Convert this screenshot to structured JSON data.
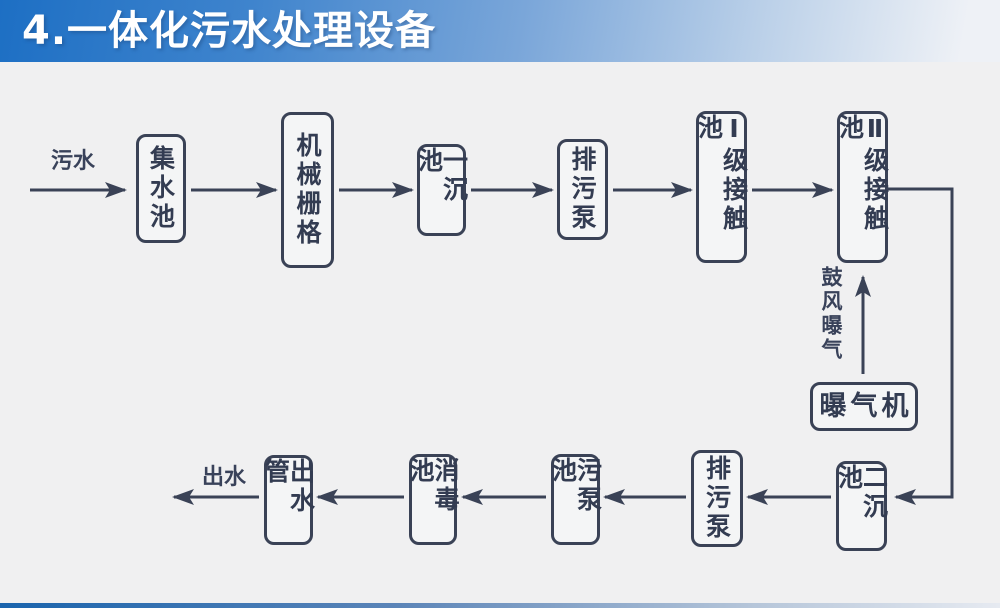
{
  "slide": {
    "title": "4.一体化污水处理设备"
  },
  "colors": {
    "title_bar_blue": "#1d6fc4",
    "diagram_line": "#3a4256",
    "background": "#f0f0f1",
    "bottom_bar_blue": "#1a64ad"
  },
  "diagram": {
    "inlet_label": "污水",
    "outlet_label": "出水",
    "aeration_label": "鼓风曝气",
    "nodes": {
      "collection_tank": "集水池",
      "mechanical_grid": "机械栅格",
      "primary_sedimentation_tank": "一沉池",
      "sewage_pump_top": "排污泵",
      "level1_contact_tank": "Ⅰ级接触池",
      "level2_contact_tank": "Ⅱ级接触池",
      "aerator": "曝气机",
      "secondary_sedimentation_tank": "二沉池",
      "sewage_pump_bottom": "排污泵",
      "sewage_pump_tank": "污泵池",
      "disinfection_tank": "消毒池",
      "outlet_pipe": "出水管"
    },
    "flow_sequence": [
      "污水",
      "集水池",
      "机械栅格",
      "一沉池",
      "排污泵",
      "Ⅰ级接触池",
      "Ⅱ级接触池",
      "二沉池",
      "排污泵",
      "污泵池",
      "消毒池",
      "出水管",
      "出水"
    ],
    "aeration_branch": [
      "曝气机",
      "鼓风曝气",
      "Ⅱ级接触池"
    ]
  }
}
